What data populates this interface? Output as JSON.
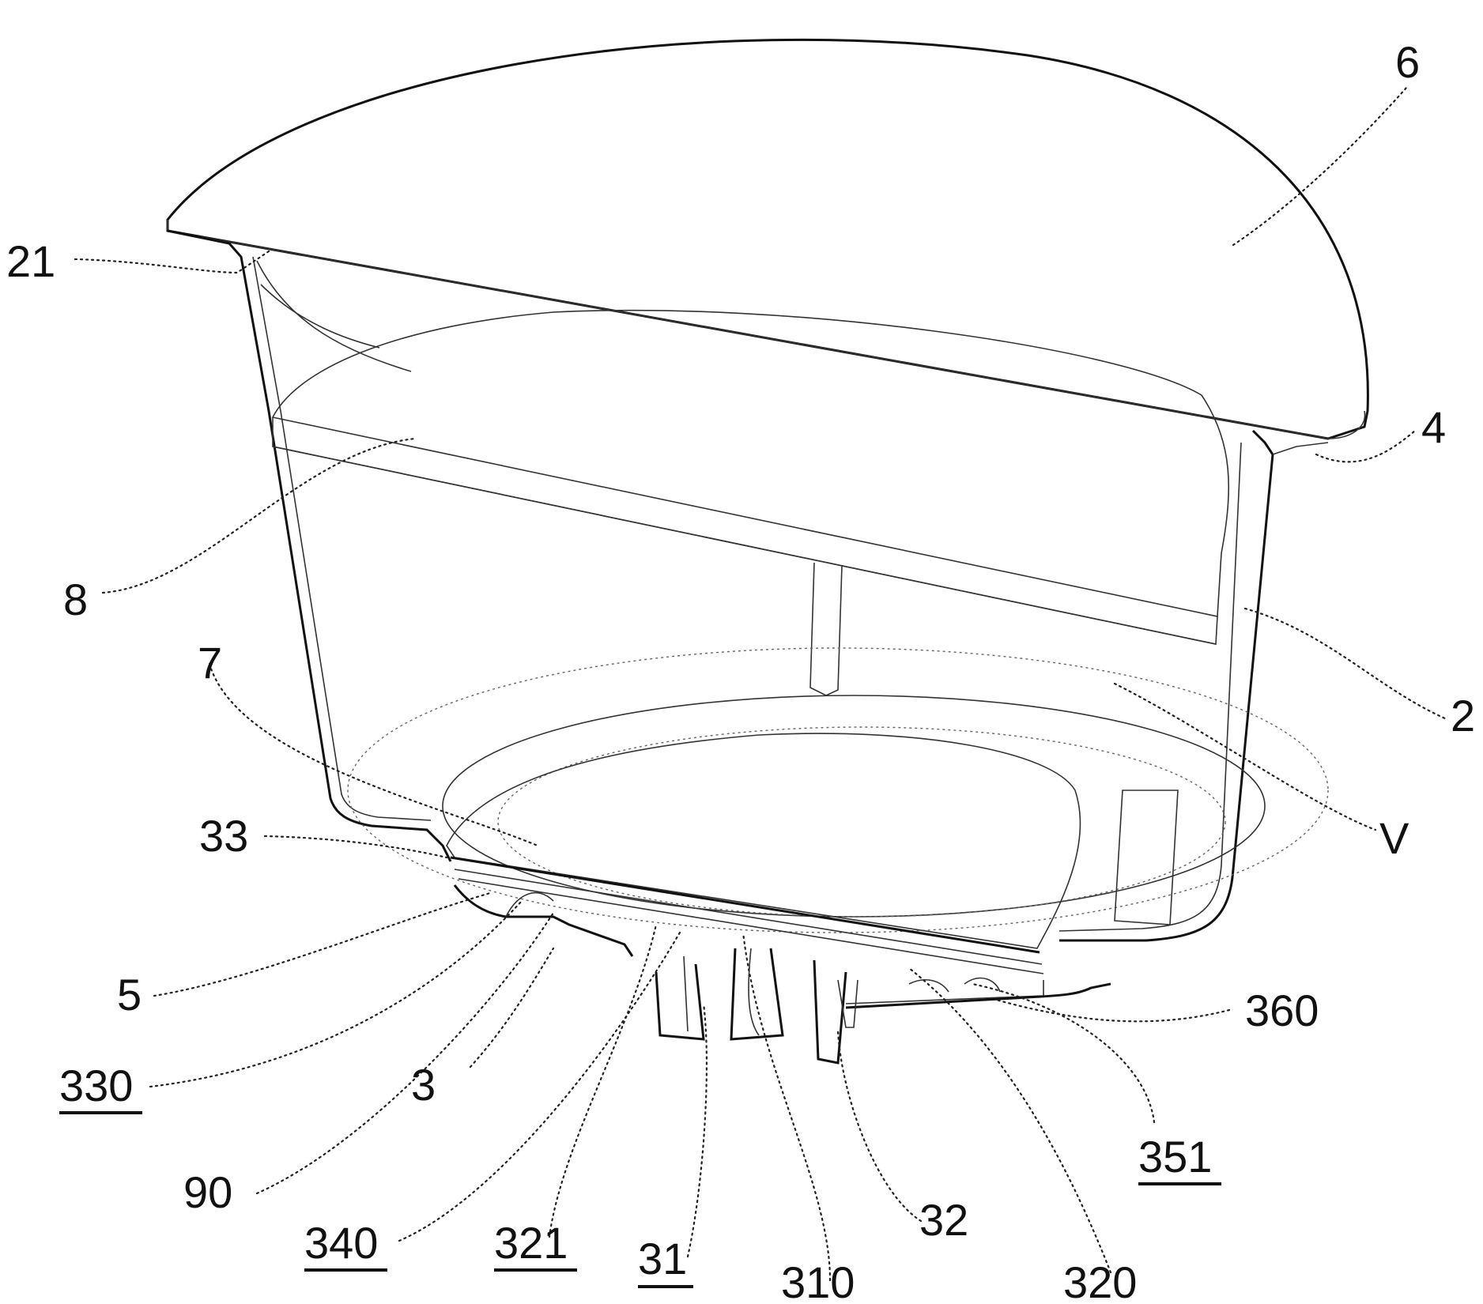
{
  "labels": [
    {
      "id": "6",
      "text": "6",
      "underline": false
    },
    {
      "id": "21",
      "text": "21",
      "underline": false
    },
    {
      "id": "4",
      "text": "4",
      "underline": false
    },
    {
      "id": "8",
      "text": "8",
      "underline": false
    },
    {
      "id": "2",
      "text": "2",
      "underline": false
    },
    {
      "id": "7",
      "text": "7",
      "underline": false
    },
    {
      "id": "V",
      "text": "V",
      "underline": false
    },
    {
      "id": "33",
      "text": "33",
      "underline": false
    },
    {
      "id": "5",
      "text": "5",
      "underline": false
    },
    {
      "id": "360",
      "text": "360",
      "underline": false
    },
    {
      "id": "330",
      "text": "330",
      "underline": true
    },
    {
      "id": "3",
      "text": "3",
      "underline": false
    },
    {
      "id": "351",
      "text": "351",
      "underline": true
    },
    {
      "id": "90",
      "text": "90",
      "underline": false
    },
    {
      "id": "32",
      "text": "32",
      "underline": false
    },
    {
      "id": "340",
      "text": "340",
      "underline": true
    },
    {
      "id": "321",
      "text": "321",
      "underline": true
    },
    {
      "id": "31",
      "text": "31",
      "underline": true
    },
    {
      "id": "310",
      "text": "310",
      "underline": false
    },
    {
      "id": "320",
      "text": "320",
      "underline": false
    }
  ]
}
